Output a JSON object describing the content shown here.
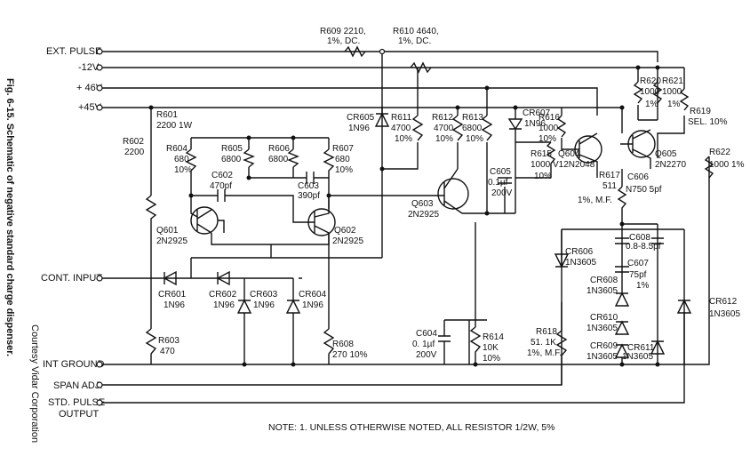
{
  "side": {
    "caption": "Fig. 6-15. Schematic of negative standard charge dispenser.",
    "credit": "Courtesy Vidar Corporation"
  },
  "note": "NOTE: 1.  UNLESS OTHERWISE NOTED, ALL RESISTOR 1/2W, 5%",
  "buses": {
    "ext_pulse": "EXT. PULSE",
    "m12": "-12V",
    "p46": "+ 46V",
    "p45": "+45V",
    "cont_input": "CONT. INPUT",
    "int_ground": "INT GROUND",
    "span_adj": "SPAN ADJ.",
    "std_pulse": "STD. PULSE",
    "std_pulse_2": "OUTPUT"
  },
  "parts": {
    "R609": [
      "R609 2210,",
      "1%, DC."
    ],
    "R610": [
      "R610 4640,",
      "1%, DC."
    ],
    "R601": [
      "R601",
      "2200 1W"
    ],
    "R602": [
      "R602",
      "2200"
    ],
    "R604": [
      "R604",
      "680",
      "10%"
    ],
    "R605": [
      "R605",
      "6800"
    ],
    "R606": [
      "R606",
      "6800"
    ],
    "R607": [
      "R607",
      "680",
      "10%"
    ],
    "C602": [
      "C602",
      "470pf"
    ],
    "C603": [
      "C603",
      "390pf"
    ],
    "Q601": [
      "Q601",
      "2N2925"
    ],
    "Q602": [
      "Q602",
      "2N2925"
    ],
    "CR605": [
      "CR605",
      "1N96"
    ],
    "R611": [
      "R611",
      "4700",
      "10%"
    ],
    "R612": [
      "R612",
      "4700",
      "10%"
    ],
    "R613": [
      "R613",
      "6800",
      "10%"
    ],
    "CR607": [
      "CR607",
      "1N96"
    ],
    "R616": [
      "R616",
      "1000",
      "10%"
    ],
    "R615": [
      "R615",
      "1000",
      "10%"
    ],
    "Q604": [
      "Q604",
      "V12N2048"
    ],
    "C605": [
      "C605",
      "0.1µf",
      "200V"
    ],
    "Q603": [
      "Q603",
      "2N2925"
    ],
    "R620": [
      "R620",
      "1000",
      "1%"
    ],
    "R621": [
      "R621",
      "1000",
      "1%"
    ],
    "Q605": [
      "Q605",
      "2N2270"
    ],
    "R619": [
      "R619",
      "SEL. 10%"
    ],
    "R622": [
      "R622",
      "1000 1%"
    ],
    "R617": [
      "R617",
      "511",
      "1%, M.F."
    ],
    "C606": [
      "C606",
      "N750  5pf"
    ],
    "C608": [
      "C608",
      "0.8-8.5pf"
    ],
    "C607": [
      "C607",
      "75pf",
      "1%"
    ],
    "CR606": [
      "CR606",
      "1N3605"
    ],
    "CR608": [
      "CR608",
      "1N3605"
    ],
    "CR610": [
      "CR610",
      "1N3605"
    ],
    "CR609": [
      "CR609",
      "1N3605"
    ],
    "CR611": [
      "CR611",
      "1N3605"
    ],
    "CR612": [
      "CR612",
      "1N3605"
    ],
    "CR601": [
      "CR601",
      "1N96"
    ],
    "CR602": [
      "CR602",
      "1N96"
    ],
    "CR603": [
      "CR603",
      "1N96"
    ],
    "CR604": [
      "CR604",
      "1N96"
    ],
    "R603": [
      "R603",
      "470"
    ],
    "R608": [
      "R608",
      "270 10%"
    ],
    "C604": [
      "C604",
      "0. 1µf",
      "200V"
    ],
    "R614": [
      "R614",
      "10K",
      "10%"
    ],
    "R618": [
      "R618",
      "51. 1K",
      "1%, M.F."
    ]
  }
}
